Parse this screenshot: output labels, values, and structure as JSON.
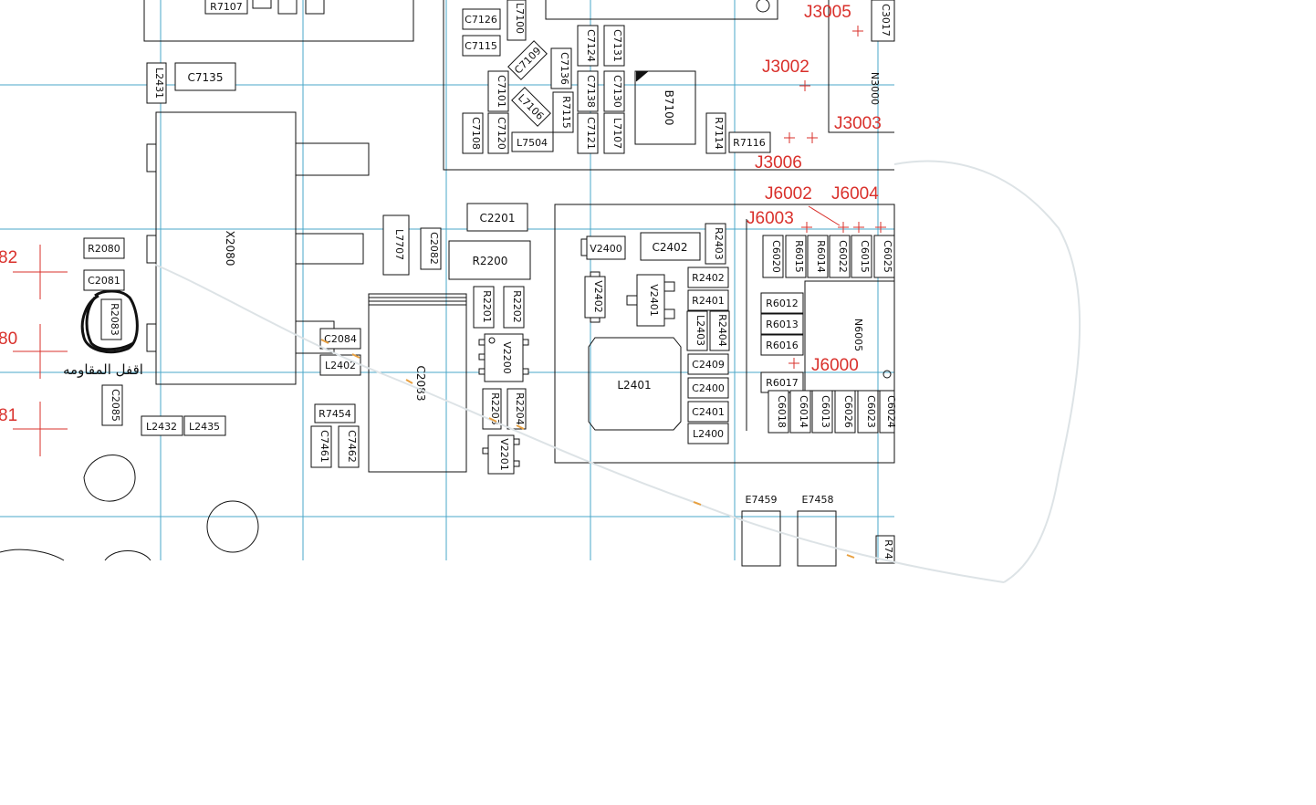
{
  "labels": {
    "c7126": "C7126",
    "c7115": "C7115",
    "c7109": "C7109",
    "l7100": "L7100",
    "c7124": "C7124",
    "c7131": "C7131",
    "c7136": "C7136",
    "c7101": "C7101",
    "c7138": "C7138",
    "c7130": "C7130",
    "b7100": "B7100",
    "l7106": "L7106",
    "r7115": "R7115",
    "c7108": "C7108",
    "c7120": "C7120",
    "l7504": "L7504",
    "c7121": "C7121",
    "l7107": "L7107",
    "r7114": "R7114",
    "r7116": "R7116",
    "n3000": "N3000",
    "c3017": "C3017",
    "r7107": "R7107",
    "l2431": "L2431",
    "c7135": "C7135",
    "x2080": "X2080",
    "r2080": "R2080",
    "c2081": "C2081",
    "r2083": "R2083",
    "c2085": "C2085",
    "l2432": "L2432",
    "l2435": "L2435",
    "l7707": "L7707",
    "c2082": "C2082",
    "c2201": "C2201",
    "r2200": "R2200",
    "r2201": "R2201",
    "r2202": "R2202",
    "c2084": "C2084",
    "l2402a": "L2402",
    "c2083": "C2083",
    "v2200": "V2200",
    "r7454": "R7454",
    "c7461": "C7461",
    "c7462": "C7462",
    "r2203": "R2203",
    "r2204": "R2204",
    "v2201": "V2201",
    "v2400": "V2400",
    "c2402": "C2402",
    "r2403": "R2403",
    "v2402": "V2402",
    "v2401": "V2401",
    "r2402": "R2402",
    "r2401": "R2401",
    "l2403": "L2403",
    "r2404": "R2404",
    "l2401": "L2401",
    "c2409": "C2409",
    "c2400": "C2400",
    "c2401": "C2401",
    "l2400": "L2400",
    "c6020": "C6020",
    "r6015": "R6015",
    "r6014": "R6014",
    "c6022": "C6022",
    "c6015": "C6015",
    "c6025": "C6025",
    "r6012": "R6012",
    "r6013": "R6013",
    "r6016": "R6016",
    "n6005": "N6005",
    "r6017": "R6017",
    "c6018": "C6018",
    "c6014": "C6014",
    "c6013": "C6013",
    "c6026": "C6026",
    "c6023": "C6023",
    "c6024": "C6024",
    "e7459": "E7459",
    "e7458": "E7458",
    "r74": "R74"
  },
  "test_points": {
    "j3005": "J3005",
    "j3002": "J3002",
    "j3003": "J3003",
    "j3006": "J3006",
    "j6002": "J6002",
    "j6004": "J6004",
    "j6003": "J6003",
    "j6000": "J6000",
    "j_82": "82",
    "j_80": "80",
    "j_81": "81"
  },
  "annotation": {
    "text": "اقفل المقاومه",
    "ink_color": "#111111"
  },
  "colors": {
    "grid": "#4aa7c8",
    "test_point": "#d9302b",
    "outline": "#111111"
  }
}
